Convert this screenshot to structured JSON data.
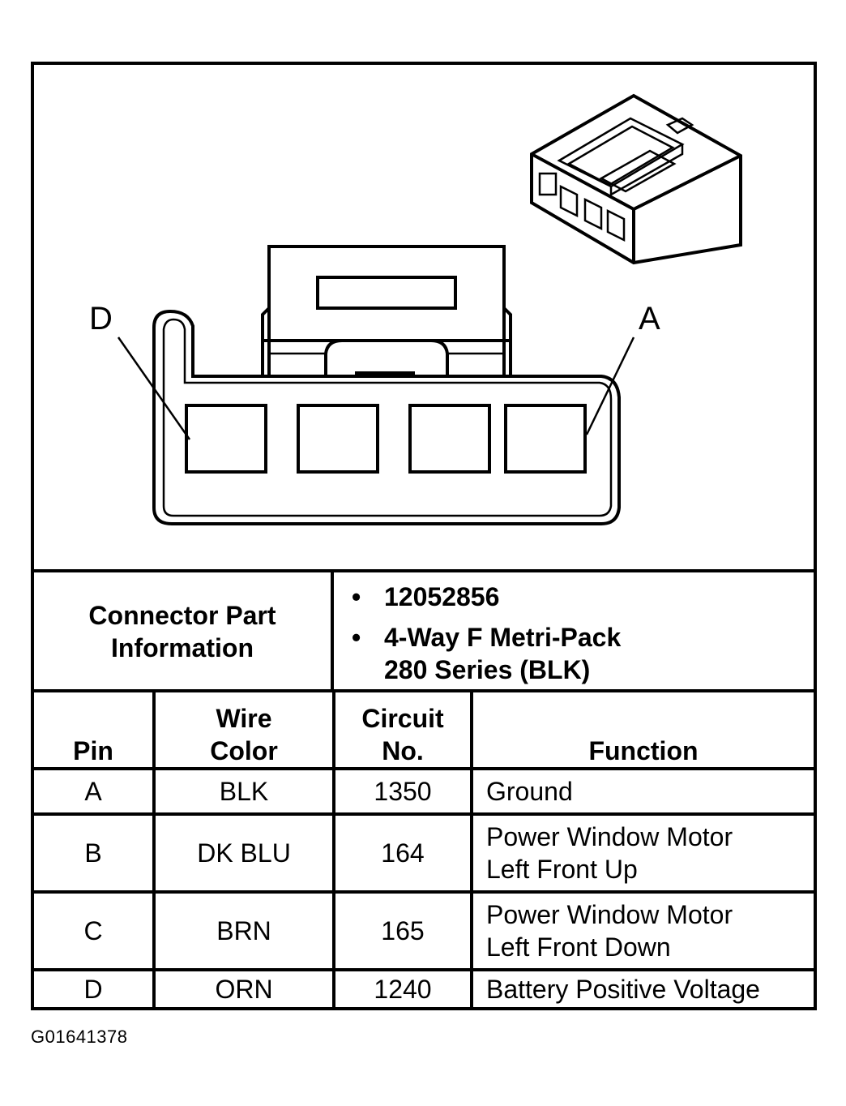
{
  "diagram": {
    "pin_label_left": "D",
    "pin_label_right": "A"
  },
  "connector_info": {
    "label_line1": "Connector Part",
    "label_line2": "Information",
    "bullets": [
      "12052856",
      "4-Way F Metri-Pack",
      "280 Series (BLK)"
    ]
  },
  "table": {
    "headers": {
      "pin": "Pin",
      "wire_color_1": "Wire",
      "wire_color_2": "Color",
      "circuit_1": "Circuit",
      "circuit_2": "No.",
      "function": "Function"
    },
    "rows": [
      {
        "pin": "A",
        "wire_color": "BLK",
        "circuit": "1350",
        "function_1": "Ground",
        "function_2": ""
      },
      {
        "pin": "B",
        "wire_color": "DK BLU",
        "circuit": "164",
        "function_1": "Power Window Motor",
        "function_2": "Left Front Up"
      },
      {
        "pin": "C",
        "wire_color": "BRN",
        "circuit": "165",
        "function_1": "Power Window Motor",
        "function_2": "Left Front Down"
      },
      {
        "pin": "D",
        "wire_color": "ORN",
        "circuit": "1240",
        "function_1": "Battery Positive Voltage",
        "function_2": ""
      }
    ]
  },
  "footer": {
    "figure_id": "G01641378"
  }
}
